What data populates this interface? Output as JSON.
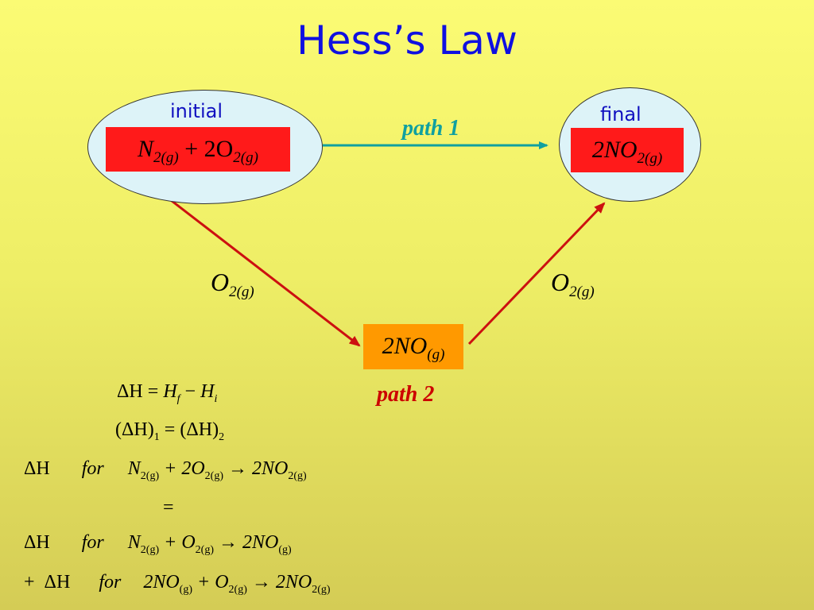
{
  "title": "Hess’s Law",
  "initial": {
    "label": "initial",
    "species": [
      {
        "sym": "N",
        "sub": "2(g)"
      },
      {
        "sym": " + 2O",
        "sub": "2(g)"
      }
    ]
  },
  "final": {
    "label": "final",
    "species": [
      {
        "sym": "2NO",
        "sub": "2(g)"
      }
    ]
  },
  "intermediate": {
    "species": [
      {
        "sym": "2NO",
        "sub": "(g)"
      }
    ]
  },
  "path1_label": "path 1",
  "path2_label": "path 2",
  "o2_left": {
    "sym": "O",
    "sub": "2(g)"
  },
  "o2_right": {
    "sym": "O",
    "sub": "2(g)"
  },
  "colors": {
    "title": "#1010e0",
    "path1_arrow": "#10a0a0",
    "path2_arrow": "#cc1010",
    "state_box": "#ff1a1a",
    "intermediate_box": "#ff9900",
    "ellipse_fill": "#ddf3f8"
  },
  "equations": {
    "eq1": {
      "lhs": "ΔH",
      "eq": " = ",
      "hf": "H",
      "hf_sub": "f",
      "minus": " − ",
      "hi": "H",
      "hi_sub": "i"
    },
    "eq2": {
      "open1": "(",
      "dh1": "ΔH",
      "close1": ")",
      "sub1": "1",
      "eq": " = ",
      "open2": "(",
      "dh2": "ΔH",
      "close2": ")",
      "sub2": "2"
    },
    "eq3": {
      "dh": "ΔH",
      "for": "for",
      "t1": "N",
      "s1": "2(g)",
      "t2": " + 2O",
      "s2": "2(g)",
      "arrow": " → 2NO",
      "s3": "2(g)"
    },
    "eq4": {
      "eq": "="
    },
    "eq5": {
      "dh": "ΔH",
      "for": "for",
      "t1": "N",
      "s1": "2(g)",
      "t2": " + O",
      "s2": "2(g)",
      "arrow": " → 2NO",
      "s3": "(g)"
    },
    "eq6": {
      "plus": "+",
      "dh": "ΔH",
      "for": "for",
      "t1": "2NO",
      "s1": "(g)",
      "t2": " + O",
      "s2": "2(g)",
      "arrow": " → 2NO",
      "s3": "2(g)"
    }
  }
}
